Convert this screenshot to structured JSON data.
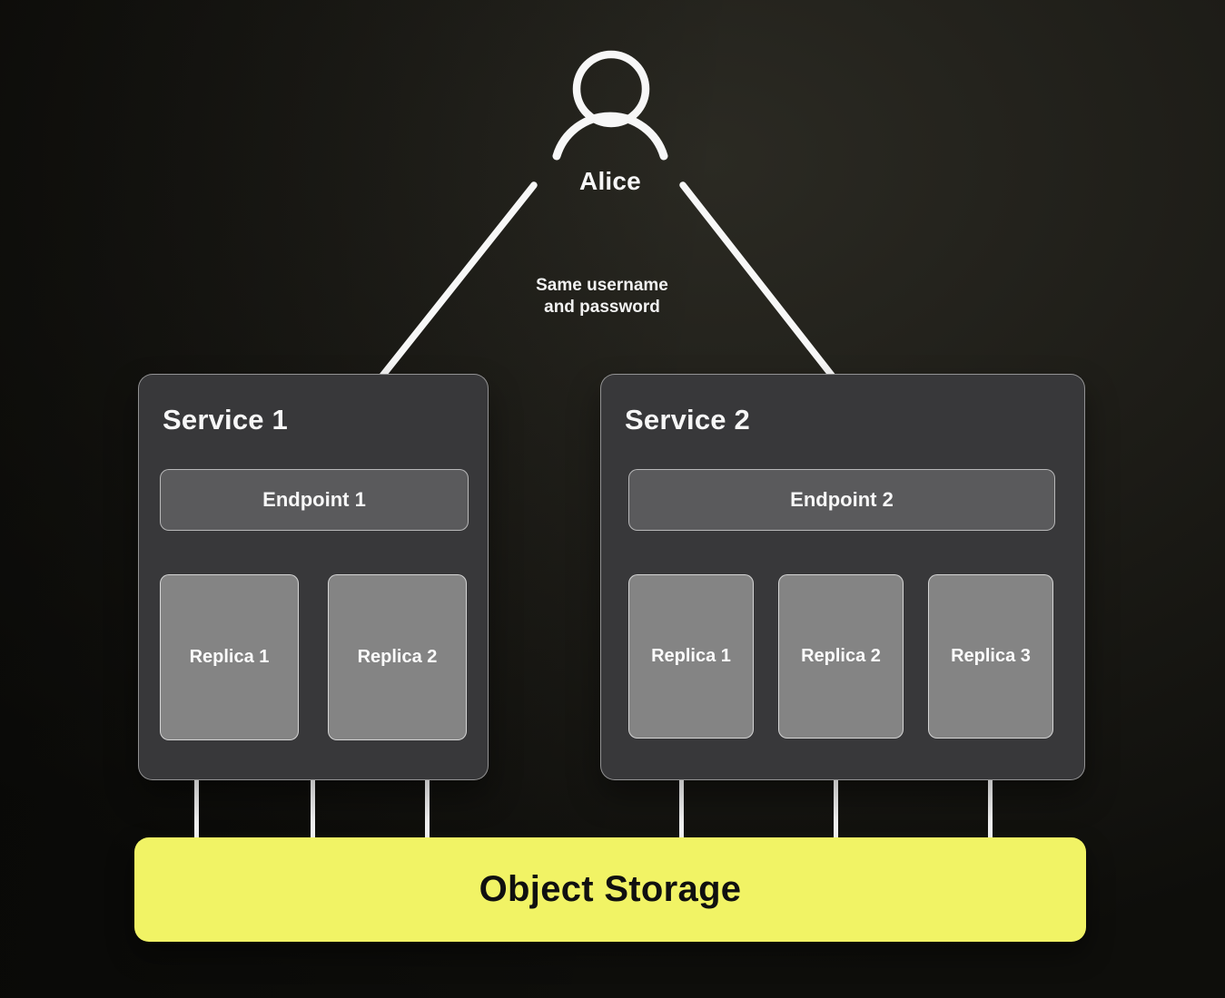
{
  "diagram": {
    "user": {
      "name": "Alice",
      "icon": "user-icon"
    },
    "note": {
      "line1": "Same username",
      "line2": "and password"
    },
    "services": [
      {
        "name": "Service 1",
        "endpoint": "Endpoint 1",
        "replicas": [
          "Replica 1",
          "Replica 2"
        ]
      },
      {
        "name": "Service 2",
        "endpoint": "Endpoint 2",
        "replicas": [
          "Replica 1",
          "Replica 2",
          "Replica 3"
        ]
      }
    ],
    "storage": {
      "label": "Object Storage"
    },
    "colors": {
      "background_dark": "#0e0e0b",
      "background_light": "#2b2a23",
      "service_box": "#38383a",
      "endpoint_box": "#5a5a5c",
      "replica_box": "#848484",
      "storage_accent": "#f1f365",
      "line_white": "#f7f7f7",
      "text_light": "#f7f7f7",
      "text_dark": "#101010"
    }
  }
}
